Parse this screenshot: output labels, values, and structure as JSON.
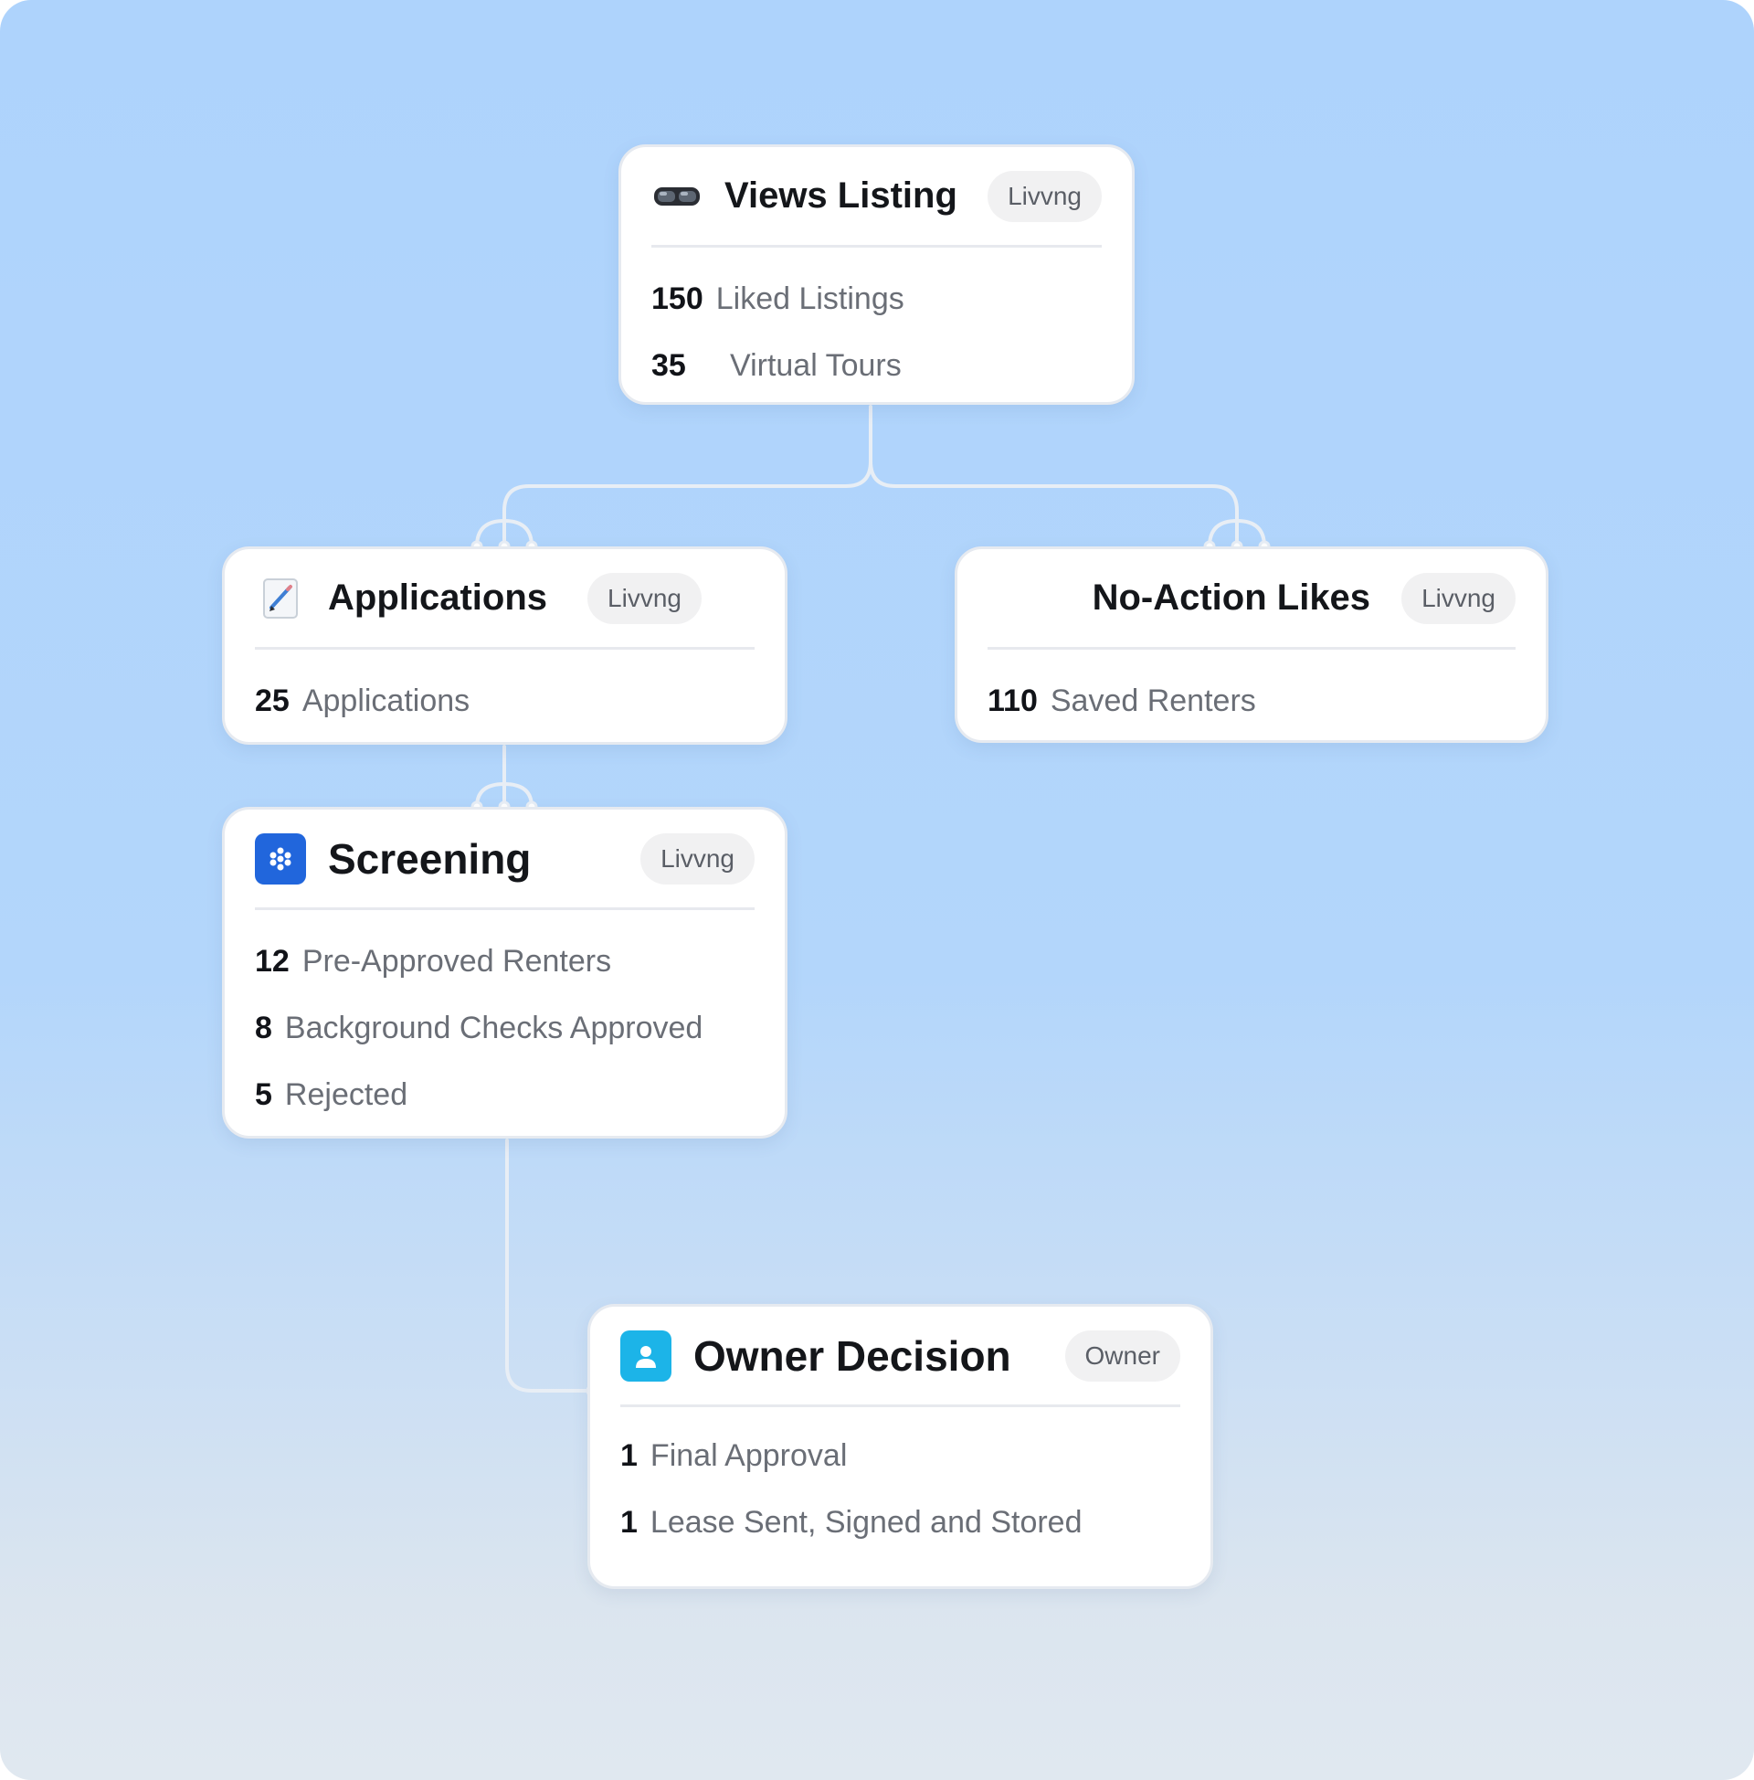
{
  "nodes": {
    "views": {
      "title": "Views Listing",
      "badge": "Livvng",
      "icon": "vr-goggles-icon",
      "rows": [
        {
          "num": "150",
          "label": "Liked Listings"
        },
        {
          "num": "35",
          "label": "Virtual Tours"
        }
      ]
    },
    "applications": {
      "title": "Applications",
      "badge": "Livvng",
      "icon": "pencil-document-icon",
      "rows": [
        {
          "num": "25",
          "label": "Applications"
        }
      ]
    },
    "no_action": {
      "title": "No-Action Likes",
      "badge": "Livvng",
      "rows": [
        {
          "num": "110",
          "label": "Saved Renters"
        }
      ]
    },
    "screening": {
      "title": "Screening",
      "badge": "Livvng",
      "icon": "dots-cluster-icon",
      "rows": [
        {
          "num": "12",
          "label": "Pre-Approved Renters"
        },
        {
          "num": "8",
          "label": "Background Checks Approved"
        },
        {
          "num": "5",
          "label": "Rejected"
        }
      ]
    },
    "owner": {
      "title": "Owner Decision",
      "badge": "Owner",
      "icon": "person-icon",
      "rows": [
        {
          "num": "1",
          "label": "Final Approval"
        },
        {
          "num": "1",
          "label": "Lease Sent, Signed and Stored"
        }
      ]
    }
  },
  "edges": [
    {
      "from": "views",
      "to": "applications"
    },
    {
      "from": "views",
      "to": "no_action"
    },
    {
      "from": "applications",
      "to": "screening"
    },
    {
      "from": "screening",
      "to": "owner"
    }
  ],
  "colors": {
    "connector": "#e8eef5",
    "screening_icon": "#2166dc",
    "owner_icon": "#1cb4e8"
  }
}
